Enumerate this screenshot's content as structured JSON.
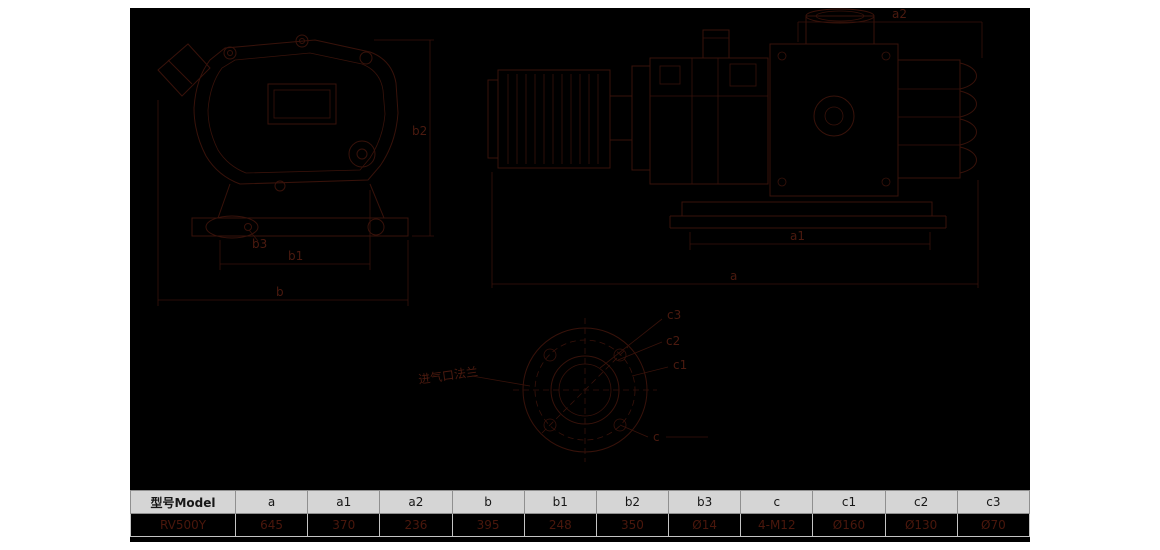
{
  "colors": {
    "background": "#ffffff",
    "canvas": "#000000",
    "line": "#38120a",
    "label": "#4b1a0f",
    "table_header_bg": "#d5d5d5",
    "table_header_text": "#161616",
    "table_value_text": "#4a170c",
    "table_grid": "#c4c4c4"
  },
  "drawing": {
    "note": "进气口法兰",
    "labels": {
      "b2": "b2",
      "b3": "b3",
      "b1": "b1",
      "b": "b",
      "a2": "a2",
      "a1": "a1",
      "a": "a",
      "c3": "c3",
      "c2": "c2",
      "c1": "c1",
      "c": "c"
    }
  },
  "table": {
    "headers": [
      "型号Model",
      "a",
      "a1",
      "a2",
      "b",
      "b1",
      "b2",
      "b3",
      "c",
      "c1",
      "c2",
      "c3"
    ],
    "row": [
      "RV500Y",
      "645",
      "370",
      "236",
      "395",
      "248",
      "350",
      "Ø14",
      "4-M12",
      "Ø160",
      "Ø130",
      "Ø70"
    ]
  }
}
